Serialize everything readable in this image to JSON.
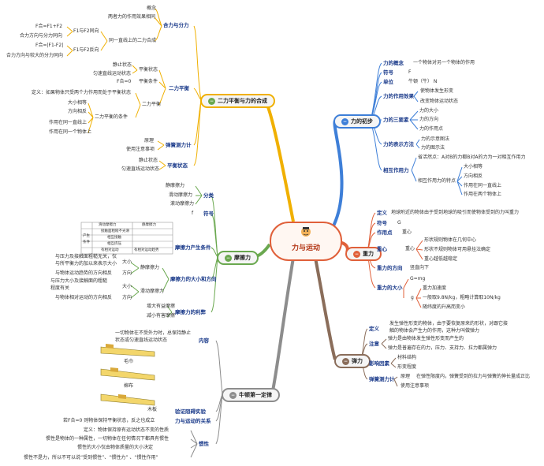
{
  "center": {
    "title": "力与运动",
    "icon": "cartoon-character-icon"
  },
  "colors": {
    "red": "#e0603a",
    "blue": "#3e7fd8",
    "green": "#6aa84f",
    "orange": "#f0b000",
    "brown": "#8a6d5a",
    "gray": "#8d8d8d"
  },
  "branches": {
    "force": {
      "label": "力的初步",
      "concept_label": "力的概念",
      "concept_value": "一个物体对另一个物体的作用",
      "symbol_label": "符号",
      "symbol_value": "F",
      "unit_label": "单位",
      "unit_value": "牛顿（牛） N",
      "effect_label": "力的作用效果",
      "effect_items": [
        "使物体发生形变",
        "改变物体运动状态"
      ],
      "elements_label": "力的三要素",
      "elements_items": [
        "力的大小",
        "力的方向",
        "力的作用点"
      ],
      "repr_label": "力的表示方法",
      "repr_items": [
        "力的示意图法",
        "力的图示法"
      ],
      "mutual_label": "相互作用力",
      "mutual_concept": "省活然点：A对B的力都B对A的力为一对相互作用力",
      "mutual_feature_label": "相互作用力的特点",
      "mutual_features": [
        "大小相等",
        "方向相反",
        "作用在同一直线上",
        "作用在两个物体上"
      ]
    },
    "gravity": {
      "label": "重力",
      "def_label": "定义",
      "def_value": "地球附近的物体由于受到地球的吸引而使物体受到的力叫重力",
      "symbol_label": "符号",
      "symbol_value": "G",
      "point_label": "作用点",
      "point_value": "重心",
      "center_label": "重心",
      "center_items": [
        "形状规则物体在几何中心",
        "形状不规则物体可用悬挂法确定",
        "重心越低越稳定"
      ],
      "dir_label": "重力的方向",
      "dir_value": "竖直向下",
      "size_label": "重力的大小",
      "formula": "G=mg",
      "g_label": "g",
      "g_items": [
        "重力加速度",
        "一般取9.8N/kg，粗略计算取10N/kg",
        "随纬度的升高而变小"
      ]
    },
    "elastic": {
      "label": "弹力",
      "def_label": "定义",
      "def_lines": [
        "发生弹性形变的物体，由于要恢复原来的形状，对跟它接",
        "触的物体会产生力的作用，这种力叫做弹力"
      ],
      "note_label": "注意",
      "note_items": [
        "弹力是由物体发生弹性形变而产生的",
        "弹力是普遍存在的力，压力、支持力、拉力都属弹力"
      ],
      "factor_label": "影响因素",
      "factor_items": [
        "材料结构",
        "形变程度"
      ],
      "meter_label": "弹簧测力计",
      "meter_principle_label": "原理",
      "meter_principle": "在弹性限度内，弹簧受到的拉力与弹簧的伸长量成正比",
      "meter_use": "使用注意事项"
    },
    "balance": {
      "label": "二力平衡与力的合成",
      "concept_label": "概念",
      "concept_value": "两者力的作用效果相同",
      "composition_label": "合力与分力",
      "line_label": "同一直线上的二力合成",
      "same_dir_label": "F1与F2同向",
      "same_dir_formula": "F合=F1+F2",
      "same_dir_note": "合力方向与分力同向",
      "opp_dir_label": "F1与F2反向",
      "opp_dir_formula": "F合=|F1-F2|",
      "opp_dir_note": "合力方向与较大的分力同向",
      "two_force_label": "二力平衡",
      "state_label": "平衡状态",
      "state_items": [
        "静止状态",
        "匀速直线运动状态"
      ],
      "cond_label": "平衡条件",
      "cond_value": "F合=0",
      "two_label": "二力平衡",
      "two_def": "定义：如果物体只受两个力作用而处于平衡状态",
      "two_cond_label": "二力平衡的条件",
      "two_cond_items": [
        "大小相等",
        "方向相反",
        "作用在同一直线上",
        "作用在同一个物体上"
      ],
      "weigh_label": "弹簧测力计",
      "weigh_items": [
        "原理",
        "使用注意事项"
      ],
      "balanced_label": "平衡状态",
      "balanced_items": [
        "静止状态",
        "匀速直线运动状态"
      ]
    },
    "friction": {
      "label": "摩擦力",
      "types_label": "分类",
      "types": [
        "静摩擦力",
        "滑动摩擦力",
        "滚动摩擦力"
      ],
      "symbol_label": "符号",
      "symbol_value": "f",
      "cond_label": "摩擦力产生条件",
      "table_rows": [
        [
          "滑动摩擦力",
          "静摩擦力"
        ],
        [
          "接触面粗糙不光滑",
          ""
        ],
        [
          "相互接触",
          ""
        ],
        [
          "相互挤压",
          ""
        ],
        [
          "有相对运动",
          "有相对运动趋势"
        ]
      ],
      "table_side": [
        "产生",
        "条件"
      ],
      "size_label": "摩擦力的大小和方向",
      "static_label": "静摩擦力",
      "static_note_lines": [
        "与压力及接触面粗糙无关，仅",
        "与所平衡力的加以来表示大小"
      ],
      "static_size": "大小",
      "static_dir_note": "与物体运动趋势的方向相反",
      "static_dir": "方向",
      "slide_label": "滑动摩擦力",
      "slide_note_lines": [
        "与压力大小及接触面的粗糙",
        "程度有关"
      ],
      "slide_size": "大小",
      "slide_dir_note": "与物体相对运动的方向相反",
      "slide_dir": "方向",
      "use_label": "摩擦力的利弊",
      "use_items": [
        "增大有益摩擦",
        "减小有害摩擦"
      ]
    },
    "newton": {
      "label": "牛顿第一定律",
      "content_label": "内容",
      "content_lines": [
        "一切物体在不受外力时，总保持静止",
        "状态或匀速直线运动状态"
      ],
      "surfaces": [
        "毛巾",
        "棉布",
        "木板"
      ],
      "exp_label": "验证阻碍实验",
      "relation_label": "力与运动的关系",
      "relation_value": "若F合=0 则物体保持平衡状态，反之也成立",
      "inertia_label": "惯性",
      "inertia_items": [
        "定义：物体保持原有运动状态不变的性质",
        "惯性是物体的一种属性，一切物体在任何情况下都具有惯性",
        "惯性的大小仅由物体质量的大小决定",
        "惯性不是力，所以不可以说“受到惯性”、“惯性力” 、“惯性作用”"
      ]
    }
  }
}
